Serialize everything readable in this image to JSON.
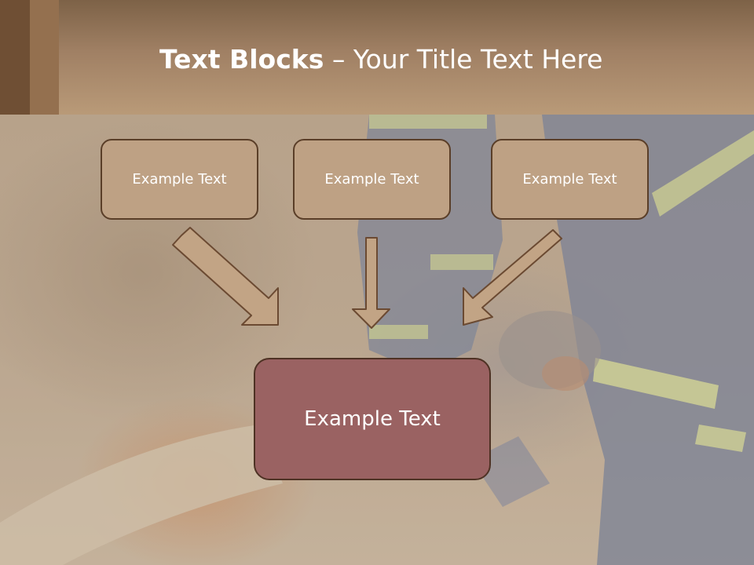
{
  "slide": {
    "title_bold": "Text Blocks",
    "title_rest": " – Your Title Text Here",
    "blocks": [
      "Example Text",
      "Example Text",
      "Example Text"
    ],
    "main_block": "Example Text"
  },
  "colors": {
    "block_fill": "#bea184",
    "block_border": "#5a3e28",
    "main_fill": "#9a6262",
    "arrow_fill": "#c2a485"
  }
}
